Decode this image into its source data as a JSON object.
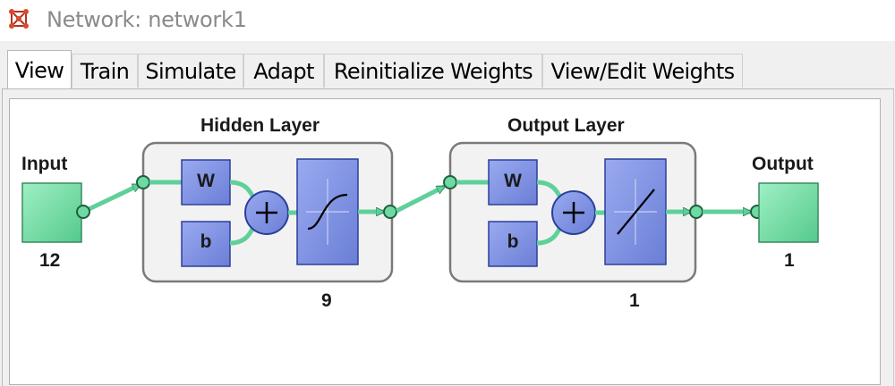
{
  "window": {
    "title": "Network: network1"
  },
  "tabs": [
    {
      "label": "View",
      "active": true
    },
    {
      "label": "Train",
      "active": false
    },
    {
      "label": "Simulate",
      "active": false
    },
    {
      "label": "Adapt",
      "active": false
    },
    {
      "label": "Reinitialize Weights",
      "active": false
    },
    {
      "label": "View/Edit Weights",
      "active": false
    }
  ],
  "diagram": {
    "input": {
      "label": "Input",
      "size": "12"
    },
    "hidden_layer": {
      "label": "Hidden Layer",
      "size": "9",
      "weight_label": "W",
      "bias_label": "b",
      "transfer": "sigmoid-icon"
    },
    "output_layer": {
      "label": "Output Layer",
      "size": "1",
      "weight_label": "W",
      "bias_label": "b",
      "transfer": "linear-icon"
    },
    "output": {
      "label": "Output",
      "size": "1"
    }
  },
  "colors": {
    "node_green": "#6fd9a4",
    "block_blue": "#7b8fe0",
    "connector": "#5fd09a"
  }
}
